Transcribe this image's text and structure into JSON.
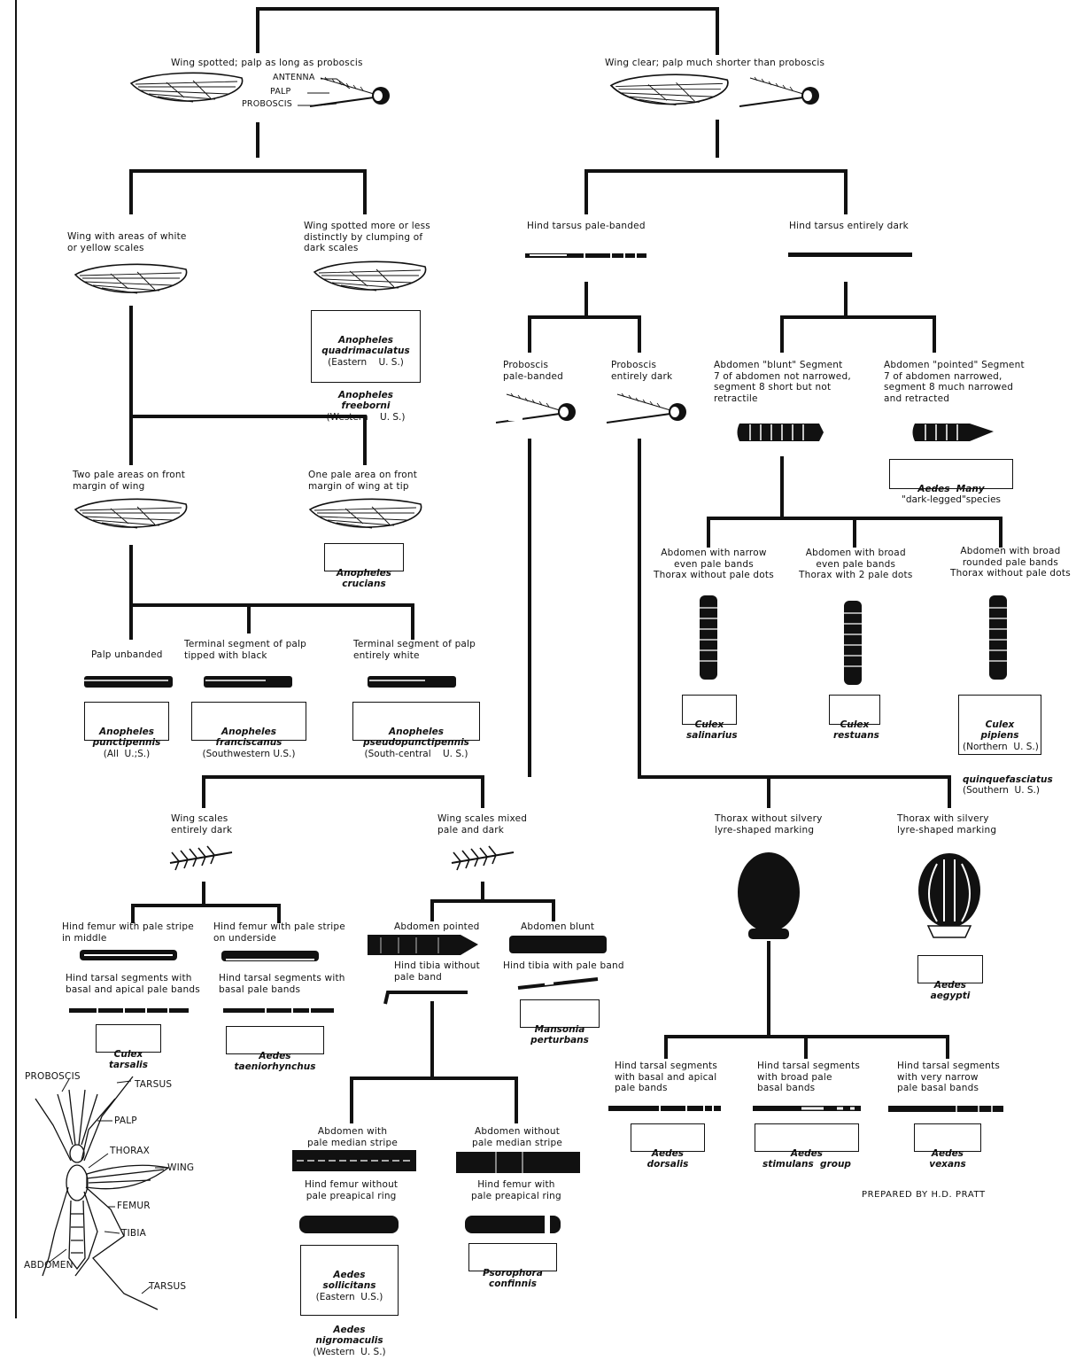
{
  "credit": "PREPARED BY H.D. PRATT",
  "labels": {
    "root_left": "Wing spotted; palp as long as proboscis",
    "root_right": "Wing clear; palp much shorter than proboscis",
    "head_antenna": "ANTENNA",
    "head_palp": "PALP",
    "head_proboscis": "PROBOSCIS",
    "wing_white": "Wing with areas of white\nor yellow scales",
    "wing_clump": "Wing spotted more or less\ndistinctly by clumping of\ndark scales",
    "two_pale": "Two pale areas on front\nmargin of wing",
    "one_pale": "One pale area on front\nmargin of wing at tip",
    "palp_unbanded": "Palp unbanded",
    "palp_black": "Terminal segment of palp\ntipped with black",
    "palp_white": "Terminal segment of palp\nentirely white",
    "tarsus_banded": "Hind tarsus pale-banded",
    "tarsus_dark": "Hind tarsus entirely dark",
    "prob_banded": "Proboscis\npale-banded",
    "prob_dark": "Proboscis\nentirely dark",
    "abd_blunt": "Abdomen \"blunt\" Segment\n7 of abdomen not narrowed,\nsegment 8 short but not\nretractile",
    "abd_pointed": "Abdomen \"pointed\" Segment\n7 of abdomen narrowed,\nsegment 8 much narrowed\nand retracted",
    "abd_narrow": "Abdomen with narrow\neven pale bands\nThorax without pale dots",
    "abd_broad2": "Abdomen with broad\neven pale bands\nThorax with 2 pale dots",
    "abd_rounded": "Abdomen with broad\nrounded pale bands\nThorax without pale dots",
    "wing_dark": "Wing scales\nentirely dark",
    "wing_mixed": "Wing scales mixed\npale and dark",
    "thorax_no": "Thorax without silvery\nlyre-shaped marking",
    "thorax_yes": "Thorax with silvery\nlyre-shaped marking",
    "femur_middle": "Hind femur with pale stripe\nin middle",
    "femur_under": "Hind femur with pale stripe\non underside",
    "tarsal_basal_apical": "Hind tarsal segments with\nbasal and apical pale bands",
    "tarsal_basal": "Hind tarsal segments with\nbasal pale bands",
    "abd_pointed2": "Abdomen pointed",
    "abd_blunt2": "Abdomen blunt",
    "tibia_without": "Hind tibia without\npale band",
    "tibia_with": "Hind tibia with pale band",
    "median_with": "Abdomen with\npale median stripe",
    "median_without": "Abdomen without\npale median stripe",
    "femur_without_ring": "Hind femur without\npale preapical ring",
    "femur_with_ring": "Hind femur with\npale preapical ring",
    "ht_basal_apical": "Hind tarsal segments\nwith basal and apical\npale bands",
    "ht_broad_basal": "Hind tarsal segments\nwith broad pale\nbasal bands",
    "ht_narrow_basal": "Hind tarsal segments\nwith very narrow\npale basal bands"
  },
  "species": {
    "quad": {
      "l1": "Anopheles",
      "l2": "quadrimaculatus",
      "l3": "(Eastern    U. S.)",
      "l4": "Anopheles",
      "l5": "freeborni",
      "l6": "(Western    U. S.)"
    },
    "crucians": {
      "l1": "Anopheles",
      "l2": "crucians"
    },
    "punct": {
      "l1": "Anopheles",
      "l2": "punctipennis",
      "l3": "(All  U.;S.)"
    },
    "fran": {
      "l1": "Anopheles",
      "l2": "franciscanus",
      "l3": "(Southwestern U.S.)"
    },
    "pseudo": {
      "l1": "Anopheles",
      "l2": "pseudopunctipennis",
      "l3": "(South-central    U. S.)"
    },
    "aedes_dark": {
      "l1": "Aedes  Many",
      "l2": "\"dark-legged\"species"
    },
    "salinarius": {
      "l1": "Culex",
      "l2": "salinarius"
    },
    "restuans": {
      "l1": "Culex",
      "l2": "restuans"
    },
    "pipiens": {
      "l1": "Culex",
      "l2": "pipiens",
      "l3": "(Northern  U. S.)",
      "l4": "quinquefasciatus",
      "l5": "(Southern  U. S.)"
    },
    "tarsalis": {
      "l1": "Culex",
      "l2": "tarsalis"
    },
    "taenio": {
      "l1": "Aedes",
      "l2": "taeniorhynchus"
    },
    "mansonia": {
      "l1": "Mansonia",
      "l2": "perturbans"
    },
    "aegypti": {
      "l1": "Aedes",
      "l2": "aegypti"
    },
    "sollicitans": {
      "l1": "Aedes",
      "l2": "sollicitans",
      "l3": "(Eastern  U.S.)",
      "l4": "Aedes",
      "l5": "nigromaculis",
      "l6": "(Western  U. S.)"
    },
    "psoro": {
      "l1": "Psorophora",
      "l2": "confinnis"
    },
    "dorsalis": {
      "l1": "Aedes",
      "l2": "dorsalis"
    },
    "stimulans": {
      "l1": "Aedes",
      "l2": "stimulans  group"
    },
    "vexans": {
      "l1": "Aedes",
      "l2": "vexans"
    }
  },
  "body_parts": {
    "proboscis": "PROBOSCIS",
    "tarsus_top": "TARSUS",
    "palp": "PALP",
    "thorax": "THORAX",
    "wing": "WING",
    "femur": "FEMUR",
    "tibia": "TIBIA",
    "abdomen": "ABDOMEN",
    "tarsus_bottom": "TARSUS"
  }
}
